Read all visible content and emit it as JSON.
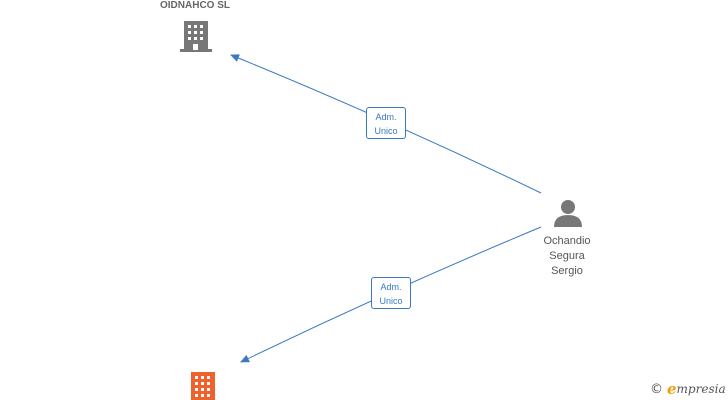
{
  "nodes": {
    "company_top": {
      "label": "OIDNAHCO SL",
      "icon": "building-icon",
      "color": "#777777"
    },
    "company_bottom": {
      "label": "",
      "icon": "building-icon",
      "color": "#f0612b"
    },
    "person": {
      "name_lines": [
        "Ochandio",
        "Segura",
        "Sergio"
      ],
      "icon": "person-icon",
      "color": "#777777"
    }
  },
  "edges": [
    {
      "from": "person",
      "to": "company_top",
      "role_lines": [
        "Adm.",
        "Unico"
      ]
    },
    {
      "from": "person",
      "to": "company_bottom",
      "role_lines": [
        "Adm.",
        "Unico"
      ]
    }
  ],
  "edge_color": "#3b78c4",
  "watermark": {
    "symbol": "©",
    "brand_initial": "e",
    "brand_rest": "mpresia"
  }
}
